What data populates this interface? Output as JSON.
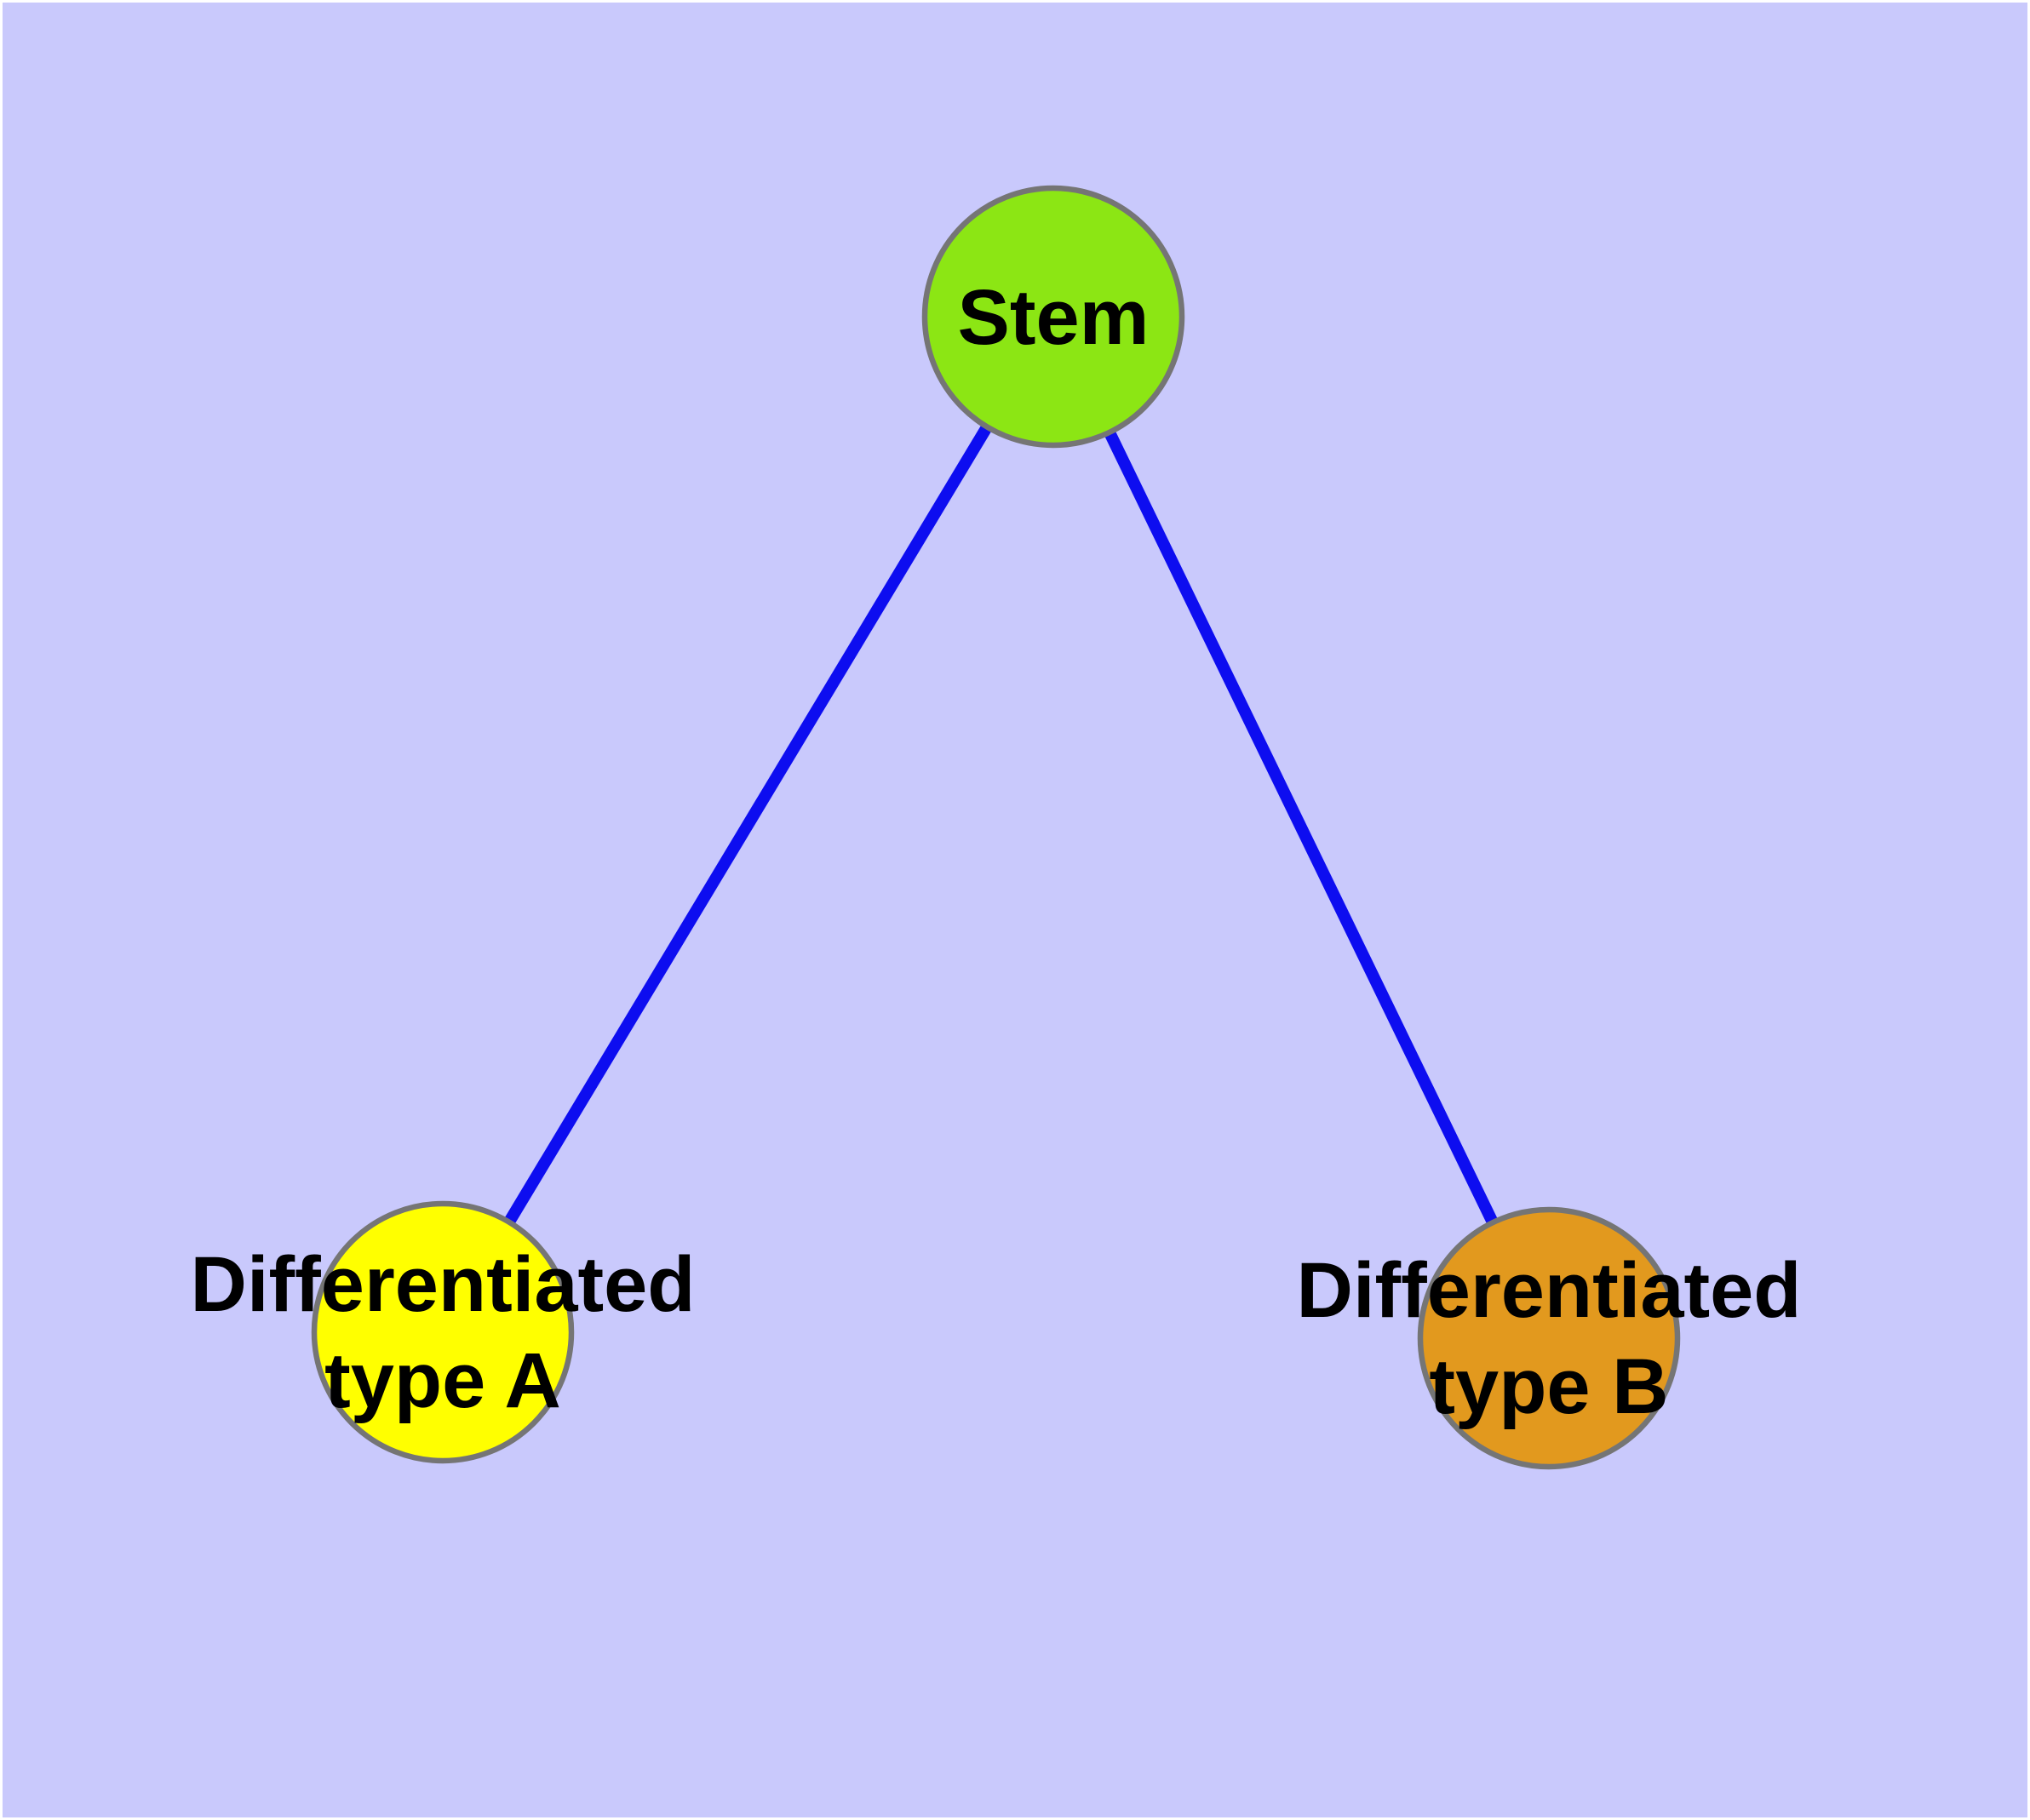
{
  "diagram": {
    "type": "graph",
    "description": "Cell differentiation tree: one stem node with two differentiated child nodes",
    "colors": {
      "background": "#C9C9FC",
      "page_border": "#FFFFFF",
      "edge": "#0D0DF0",
      "node_border": "#757575",
      "label_text": "#000000"
    },
    "nodes": [
      {
        "id": "stem",
        "fill": "#8CE614",
        "label_line1": "Stem",
        "label_line2": ""
      },
      {
        "id": "type-a",
        "fill": "#FFFF00",
        "label_line1": "Differentiated",
        "label_line2": "type A"
      },
      {
        "id": "type-b",
        "fill": "#E2991E",
        "label_line1": "Differentiated",
        "label_line2": "type B"
      }
    ],
    "edges": [
      {
        "from": "stem",
        "to": "type-a"
      },
      {
        "from": "stem",
        "to": "type-b"
      }
    ]
  }
}
